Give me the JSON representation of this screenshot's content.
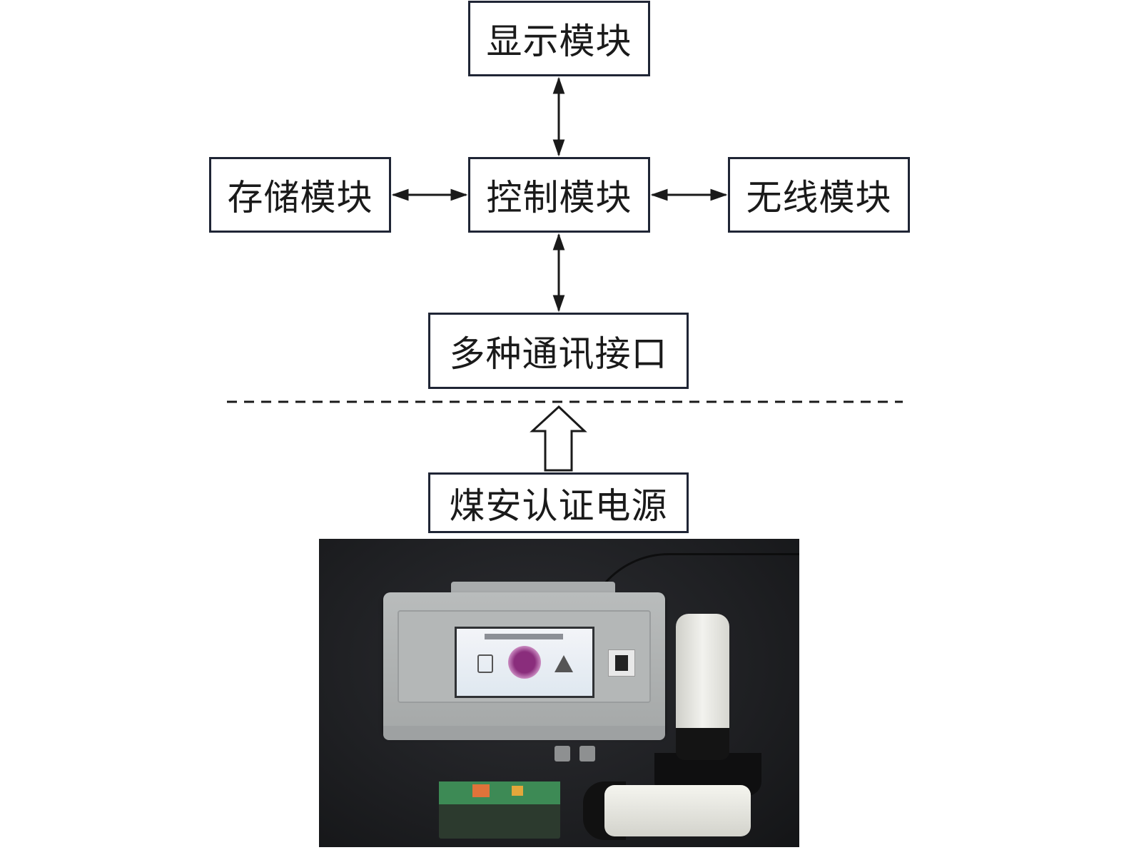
{
  "diagram": {
    "title": "",
    "nodes": {
      "display": "显示模块",
      "storage": "存储模块",
      "control": "控制模块",
      "wireless": "无线模块",
      "comm": "多种通讯接口",
      "power": "煤安认证电源"
    },
    "edges": [
      {
        "from": "control",
        "to": "display",
        "type": "bidirectional"
      },
      {
        "from": "control",
        "to": "storage",
        "type": "bidirectional"
      },
      {
        "from": "control",
        "to": "wireless",
        "type": "bidirectional"
      },
      {
        "from": "control",
        "to": "comm",
        "type": "bidirectional"
      },
      {
        "from": "power",
        "to": "comm",
        "type": "hollow-arrow-up",
        "crosses": "dashed-separator"
      }
    ],
    "colors": {
      "box_border": "#1f2535",
      "arrow": "#1a1a1a",
      "text": "#1a1a1a"
    }
  },
  "photo": {
    "description": "device-photo",
    "elements": [
      "enclosure",
      "touch-screen",
      "sensor-probe-vertical",
      "sensor-probe-horizontal",
      "circuit-board",
      "cable"
    ]
  }
}
